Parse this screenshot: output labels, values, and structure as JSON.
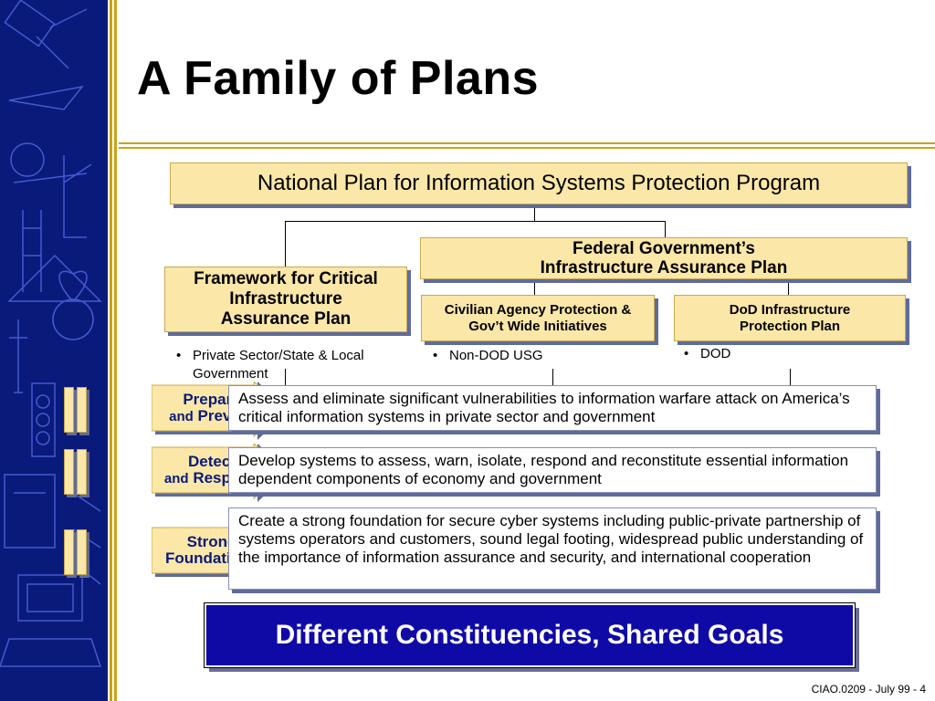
{
  "slide": {
    "title": "A Family of Plans",
    "footer": "CIAO.0209 - July 99 - 4"
  },
  "chart": {
    "top": "National Plan for Information Systems Protection Program",
    "framework": [
      "Framework for Critical",
      "Infrastructure",
      "Assurance Plan"
    ],
    "federal": [
      "Federal Government’s",
      "Infrastructure Assurance Plan"
    ],
    "civilian": [
      "Civilian Agency Protection &",
      "Gov’t Wide Initiatives"
    ],
    "dod": [
      "DoD Infrastructure",
      "Protection Plan"
    ],
    "bullets": {
      "framework": [
        "Private Sector/State & Local",
        "Government"
      ],
      "civilian": "Non-DOD USG",
      "dod": "DOD"
    }
  },
  "rows": [
    {
      "label_top": "Prepare",
      "label_and": "and",
      "label_bottom": "Prevent",
      "text": "Assess and eliminate significant vulnerabilities to information warfare attack on America’s critical information systems in private sector and government"
    },
    {
      "label_top": "Detect",
      "label_and": "and",
      "label_bottom": "Respond",
      "text": "Develop systems to assess, warn, isolate, respond and reconstitute essential information dependent components of economy and government"
    },
    {
      "label_top": "Strong",
      "label_and": "",
      "label_bottom": "Foundations",
      "text": "Create a strong foundation for secure cyber systems including public-private partnership of systems operators and customers, sound legal footing, widespread public understanding of the importance of information assurance and security, and international cooperation"
    }
  ],
  "banner": "Different Constituencies, Shared Goals",
  "colors": {
    "navy": "#0a1a7a",
    "gold": "#c8a21a",
    "box": "#fbe7a8",
    "banner": "#0f0aa6"
  }
}
